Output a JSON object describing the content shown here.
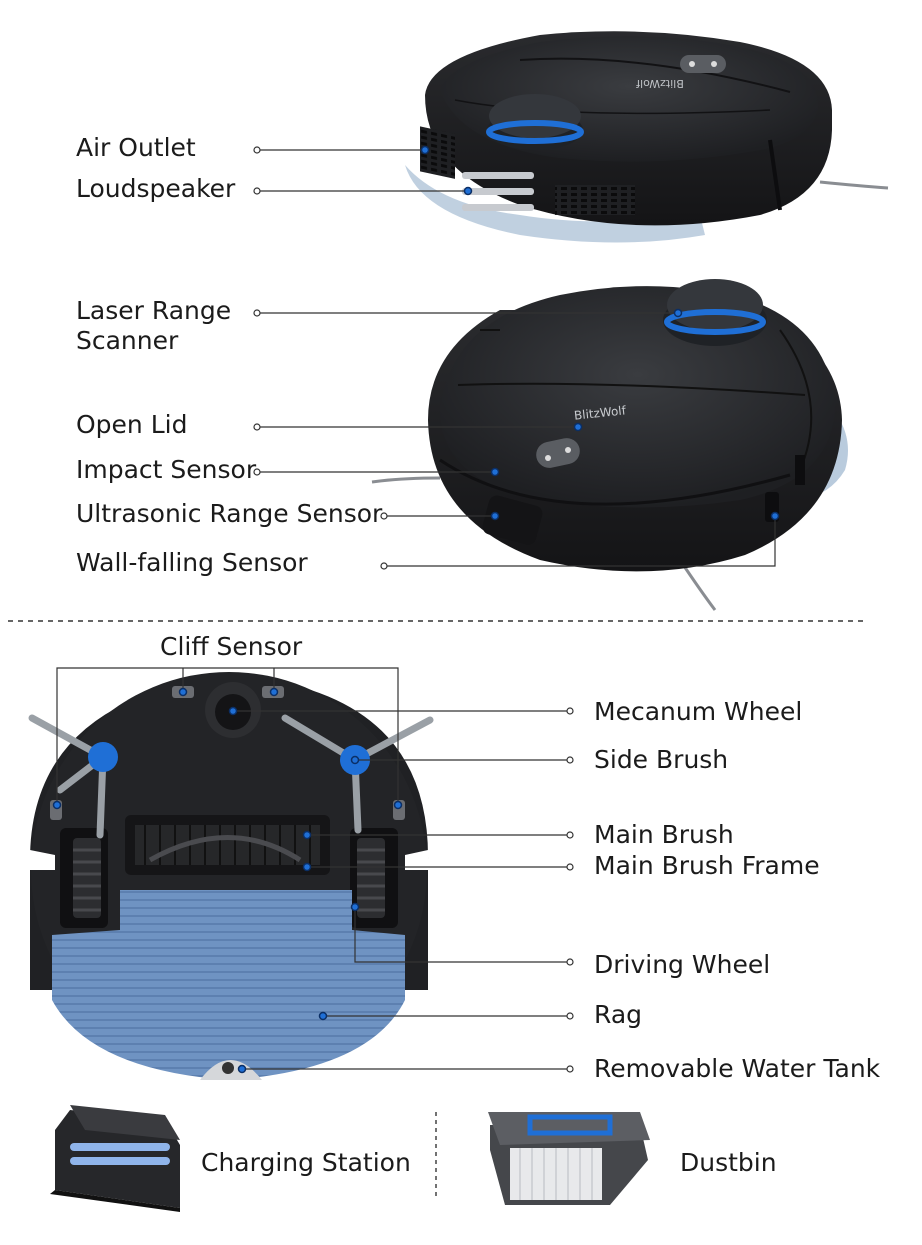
{
  "labels": {
    "air_outlet": "Air Outlet",
    "loudspeaker": "Loudspeaker",
    "laser_range_scanner": "Laser Range Scanner",
    "open_lid": "Open Lid",
    "impact_sensor": "Impact Sensor",
    "ultrasonic_range_sensor": "Ultrasonic Range Sensor",
    "wall_falling_sensor": "Wall-falling Sensor",
    "cliff_sensor": "Cliff Sensor",
    "mecanum_wheel": "Mecanum Wheel",
    "side_brush": "Side Brush",
    "main_brush": "Main Brush",
    "main_brush_frame": "Main Brush Frame",
    "driving_wheel": "Driving Wheel",
    "rag": "Rag",
    "removable_water_tank": "Removable Water Tank",
    "charging_station": "Charging Station",
    "dustbin": "Dustbin"
  },
  "logo": "BlitzWolf",
  "colors": {
    "robot_body": "#2b2d30",
    "robot_dark": "#1c1d20",
    "accent_blue": "#1f6fd6",
    "rag_blue": "#6a8fbf",
    "leader_line": "#333333",
    "label_text": "#1b1b1b"
  }
}
